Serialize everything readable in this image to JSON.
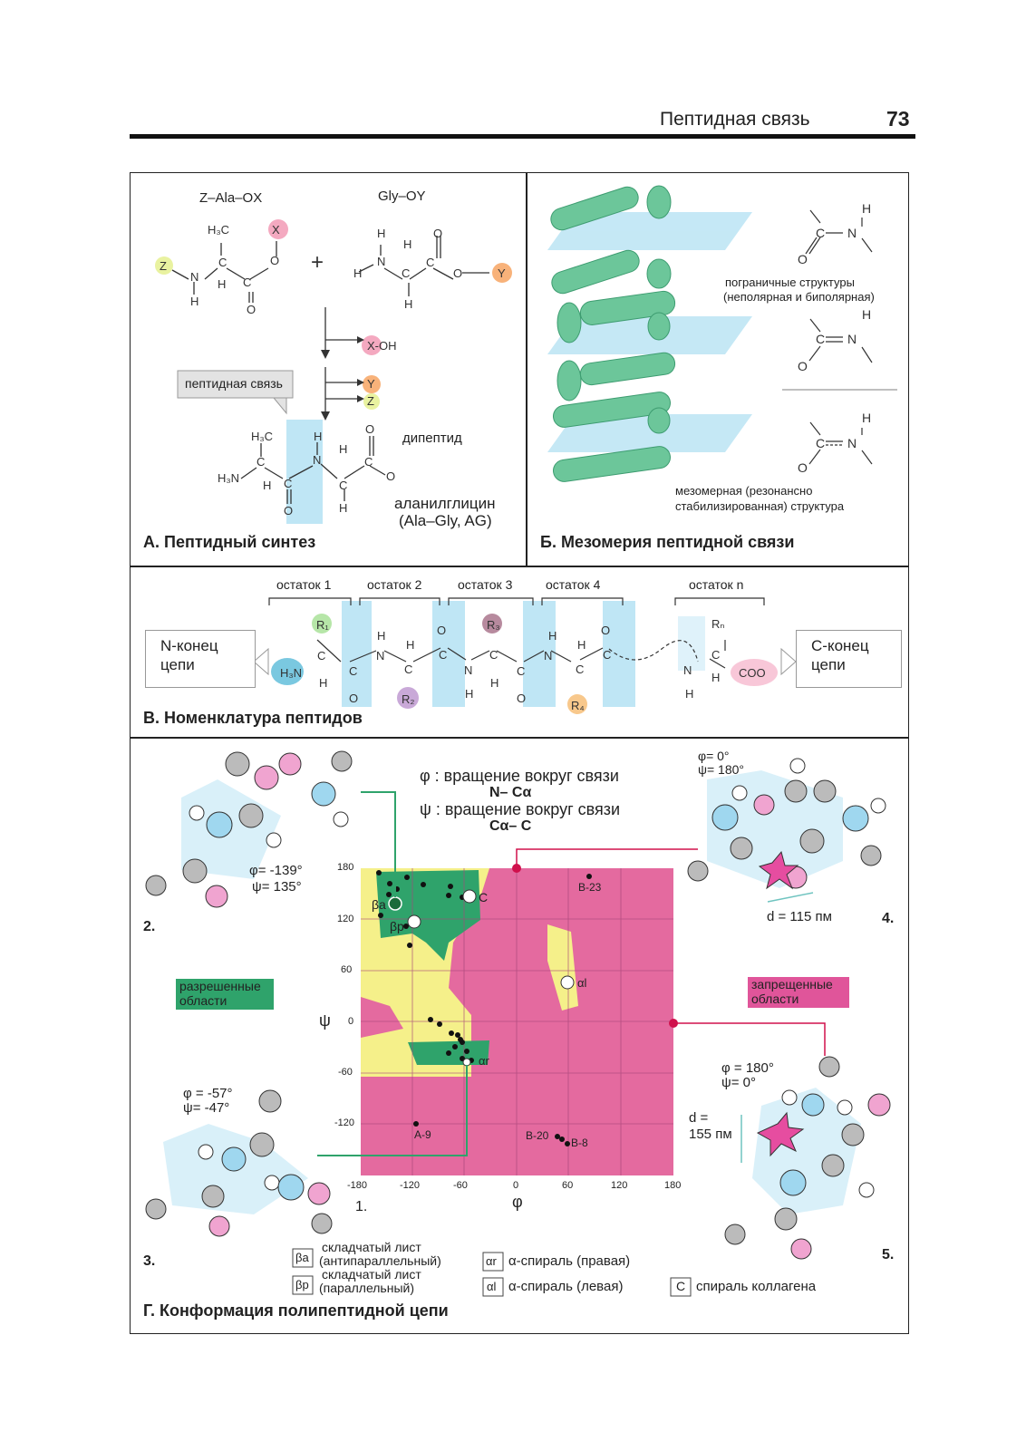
{
  "header": {
    "title": "Пептидная связь",
    "page_number": "73"
  },
  "panelA": {
    "label_left": "Z–Ala–OX",
    "label_right": "Gly–OY",
    "byproduct_xoh": "X-OH",
    "byproduct_y": "Y",
    "byproduct_z": "Z",
    "peptide_bond_label": "пептидная связь",
    "dipeptide_label": "дипептид",
    "product_name": "аланилглицин",
    "product_abbr": "(Ala–Gly, AG)",
    "caption": "А. Пептидный синтез"
  },
  "panelB": {
    "border_structures": "пограничные структуры",
    "border_structures_2": "(неполярная и биполярная)",
    "mesomeric": "мезомерная (резонансно",
    "mesomeric_2": "стабилизированная) структура",
    "caption": "Б. Мезомерия пептидной связи"
  },
  "panelC": {
    "residues": [
      "остаток 1",
      "остаток 2",
      "остаток 3",
      "остаток 4",
      "остаток n"
    ],
    "n_terminus": [
      "N-конец",
      "цепи"
    ],
    "c_terminus": [
      "С-конец",
      "цепи"
    ],
    "caption": "В. Номенклатура пептидов"
  },
  "panelD": {
    "phi_def_1": "φ : вращение вокруг связи",
    "phi_def_2": "N– Cα",
    "psi_def_1": "ψ : вращение вокруг связи",
    "psi_def_2": "Cα– C",
    "allowed": [
      "разрешенные",
      "области"
    ],
    "forbidden": [
      "запрещенные",
      "области"
    ],
    "psi_axis": "ψ",
    "phi_axis": "φ",
    "x_ticks": [
      "-180",
      "-120",
      "-60",
      "0",
      "60",
      "120",
      "180"
    ],
    "y_ticks": [
      "180",
      "120",
      "60",
      "0",
      "-60",
      "-120"
    ],
    "point_labels": [
      "B-23",
      "A-9",
      "B-20",
      "B-8",
      "C",
      "αl",
      "αr",
      "βa",
      "βp"
    ],
    "angles_2": [
      "φ= -139°",
      "ψ= 135°"
    ],
    "angles_3": [
      "φ = -57°",
      "ψ= -47°"
    ],
    "angles_4": [
      "φ=   0°",
      "ψ= 180°"
    ],
    "angles_5": [
      "φ = 180°",
      "ψ=    0°"
    ],
    "dist_4": "d = 115 пм",
    "dist_5": [
      "d =",
      "155 пм"
    ],
    "figure_numbers": [
      "1.",
      "2.",
      "3.",
      "4.",
      "5."
    ],
    "legend": {
      "ba_1": "складчатый лист",
      "ba_2": "(антипараллельный)",
      "bp_1": "складчатый лист",
      "bp_2": "(параллельный)",
      "ar": "α-спираль (правая)",
      "al": "α-спираль (левая)",
      "c": "спираль коллагена",
      "sym_ba": "βa",
      "sym_bp": "βp",
      "sym_ar": "αr",
      "sym_al": "αl",
      "sym_c": "C"
    },
    "caption": "Г. Конформация полипептидной цепи"
  },
  "colors": {
    "allowed": "#2fa36b",
    "forbidden": "#e0559a",
    "yellow": "#f5f08a",
    "blue": "#bfe6f5",
    "plot_pink": "#e46a9f"
  }
}
